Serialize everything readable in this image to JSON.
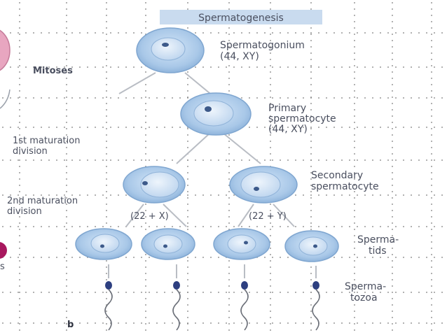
{
  "title": "Spermatogenesis",
  "stages": {
    "spermatogonium": {
      "name": "Spermatogonium",
      "karyotype": "(44, XY)"
    },
    "primary": {
      "name_line1": "Primary",
      "name_line2": "spermatocyte",
      "karyotype": "(44, XY)"
    },
    "secondary": {
      "name_line1": "Secondary",
      "name_line2": "spermatocyte"
    },
    "spermatids": {
      "name_line1": "Sperma-",
      "name_line2": "tids"
    },
    "spermatozoa": {
      "name_line1": "Sperma-",
      "name_line2": "tozoa"
    }
  },
  "divisions": {
    "mitoses": "Mitoses",
    "first_line1": "1st maturation",
    "first_line2": "division",
    "second_line1": "2nd maturation",
    "second_line2": "division"
  },
  "karyotypes": {
    "left": "(22 + X)",
    "right": "(22 + Y)"
  },
  "panel_letter": "b",
  "edge_fragment": "s",
  "colors": {
    "title_banner": "#c9dbef",
    "cell_fill": "#a9c8e8",
    "cell_stroke": "#7fa6d0",
    "nucleus": "#d6e6f5",
    "nucleolus": "#3d5a8a",
    "line": "#b9bdc4",
    "text": "#4a4f5f",
    "sperm_head": "#2d3f80",
    "side_pink": "#e8a6c0",
    "side_magenta": "#a8185e",
    "grid_dot": "#7a7a7a"
  }
}
